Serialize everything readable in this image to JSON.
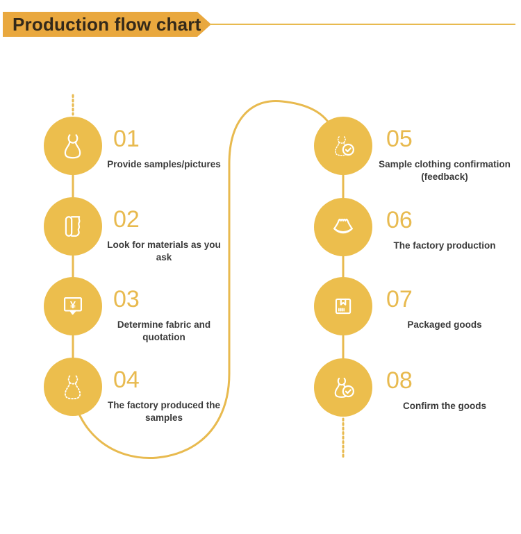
{
  "header": {
    "title": "Production flow chart"
  },
  "colors": {
    "banner_orange": "#E9A83E",
    "title_text": "#33291A",
    "circle_yellow": "#ECBE4D",
    "accent_gold": "#E8BA4F",
    "label_text": "#3A3A3A"
  },
  "steps": [
    {
      "number": "01",
      "label": "Provide samples/pictures",
      "icon": "dress-icon"
    },
    {
      "number": "02",
      "label": "Look for materials as you ask",
      "icon": "fabric-roll-icon"
    },
    {
      "number": "03",
      "label": "Determine fabric and quotation",
      "icon": "price-quote-bubble-icon"
    },
    {
      "number": "04",
      "label": "The factory produced the samples",
      "icon": "dotted-dress-icon"
    },
    {
      "number": "05",
      "label": "Sample clothing confirmation (feedback)",
      "icon": "dotted-dress-check-icon"
    },
    {
      "number": "06",
      "label": "The factory production",
      "icon": "gown-icon"
    },
    {
      "number": "07",
      "label": "Packaged goods",
      "icon": "package-box-icon"
    },
    {
      "number": "08",
      "label": "Confirm the goods",
      "icon": "dress-check-icon"
    }
  ]
}
